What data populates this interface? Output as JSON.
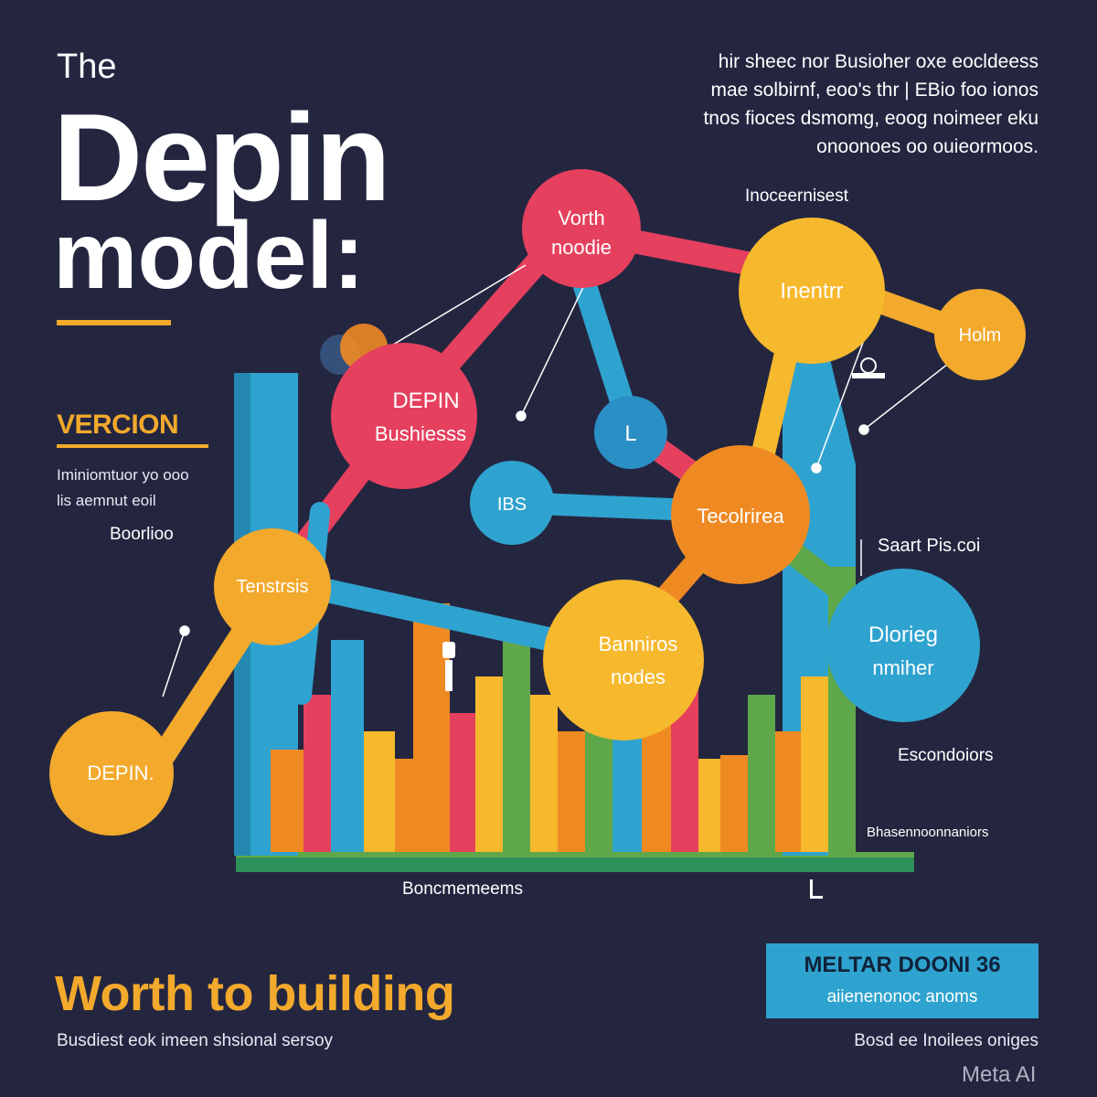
{
  "header": {
    "the": "The",
    "title_line1": "Depin",
    "title_line2": "model:"
  },
  "intro_lines": [
    "hir sheec nor Busioher oxe eocldeess",
    "mae solbirnf, eoo's thr | EBio foo ionos",
    "tnos fioces dsmomg, eoog noimeer eku",
    "onoonoes oo ouieormoos."
  ],
  "sidebar": {
    "version": "VERCION",
    "lines": [
      "Iminiomtuor yo ooo",
      "lis aemnut eoil"
    ],
    "label": "Boorlioo"
  },
  "diagram": {
    "labels": {
      "top_right": "Inoceernisest",
      "smart_pis": "Saart Pis.coi",
      "escondoiors": "Escondoiors",
      "small_right": "Bhasennoonnaniors",
      "bottom_center": "Boncmemeems"
    },
    "nodes": [
      {
        "id": "worth-node",
        "lines": [
          "Vorth",
          "noodie"
        ],
        "color": "#e5405e"
      },
      {
        "id": "depin-business",
        "lines": [
          "DEPIN",
          "Bushiesss"
        ],
        "color": "#e5405e"
      },
      {
        "id": "l-node",
        "lines": [
          "L"
        ],
        "color": "#2a8fc4"
      },
      {
        "id": "ibs-node",
        "lines": [
          "IBS"
        ],
        "color": "#2fa3cf"
      },
      {
        "id": "inentrr-node",
        "lines": [
          "Inentrr"
        ],
        "color": "#f6b82c"
      },
      {
        "id": "holm-node",
        "lines": [
          "Holm"
        ],
        "color": "#f2a92c"
      },
      {
        "id": "tecolrirea-node",
        "lines": [
          "Tecolrirea"
        ],
        "color": "#ef8a23"
      },
      {
        "id": "tenstrsis-node",
        "lines": [
          "Tenstrsis"
        ],
        "color": "#f2a92c"
      },
      {
        "id": "banniros-node",
        "lines": [
          "Banniros",
          "nodes"
        ],
        "color": "#f6b82c"
      },
      {
        "id": "dlorieg-node",
        "lines": [
          "Dlorieg",
          "nmiher"
        ],
        "color": "#2fa3cf"
      },
      {
        "id": "depin-node",
        "lines": [
          "DEPIN."
        ],
        "color": "#f2a92c"
      }
    ]
  },
  "footer": {
    "title": "Worth to building",
    "caption": "Busdiest eok imeen shsional sersoy",
    "badge_line1": "MELTAR DOONI 36",
    "badge_line2": "aiienenonoc anoms",
    "badge_caption": "Bosd ee Inoilees oniges",
    "watermark": "Meta AI"
  },
  "colors": {
    "background": "#242640",
    "red": "#e5405e",
    "orange": "#ef8a23",
    "amber": "#f2a92c",
    "yellow": "#f6b82c",
    "blue": "#2fa3cf",
    "green": "#5fa84a"
  }
}
